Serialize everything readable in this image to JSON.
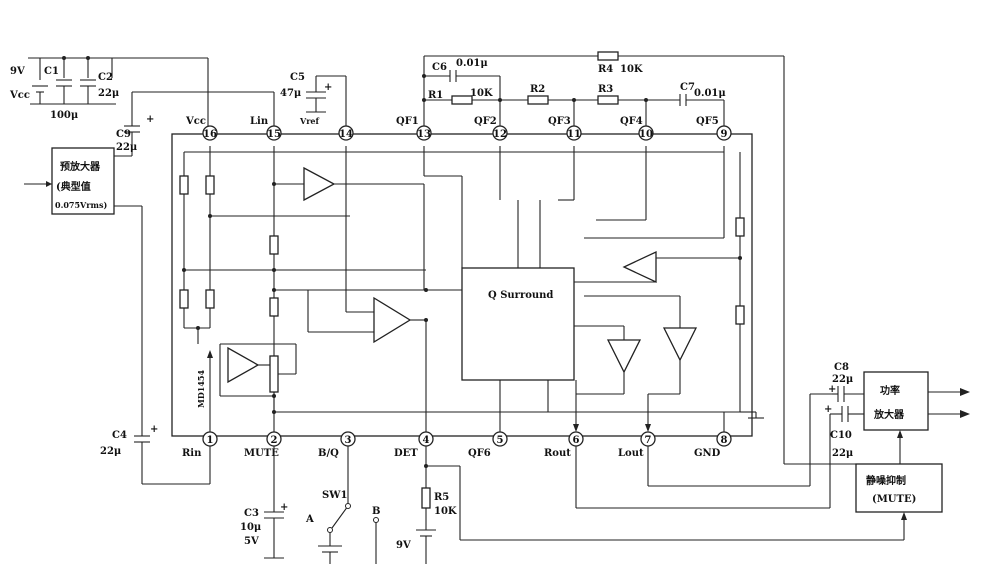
{
  "supply_left": {
    "voltage": "9V",
    "vcc": "Vcc",
    "c1": "C1",
    "c1_value": "100μ",
    "c2": "C2",
    "c2_value": "22μ"
  },
  "caps": {
    "c3": "C3",
    "c3_value": "10μ",
    "c3_rating": "5V",
    "c4": "C4",
    "c4_value": "22μ",
    "c5": "C5",
    "c5_value": "47μ",
    "c6": "C6",
    "c6_value": "0.01μ",
    "c7": "C7",
    "c7_value": "0.01μ",
    "c8": "C8",
    "c8_value": "22μ",
    "c9": "C9",
    "c9_value": "22μ",
    "c10": "C10",
    "c10_value": "22μ"
  },
  "resistors": {
    "r1": "R1",
    "r1_value": "10K",
    "r2": "R2",
    "r3": "R3",
    "r4": "R4",
    "r4_value": "10K",
    "r5": "R5",
    "r5_value": "10K"
  },
  "preamp": {
    "line1": "预放大器",
    "line2": "(典型值",
    "line3": "0.075Vrms)"
  },
  "ic": {
    "label": "Q Surround",
    "chip": "MD1454"
  },
  "pins_top": [
    {
      "num": "16",
      "name": "Vcc"
    },
    {
      "num": "15",
      "name": "Lin"
    },
    {
      "num": "14",
      "name": "Vref"
    },
    {
      "num": "13",
      "name": "QF1"
    },
    {
      "num": "12",
      "name": "QF2"
    },
    {
      "num": "11",
      "name": "QF3"
    },
    {
      "num": "10",
      "name": "QF4"
    },
    {
      "num": "9",
      "name": "QF5"
    }
  ],
  "pins_bottom": [
    {
      "num": "1",
      "name": "Rin"
    },
    {
      "num": "2",
      "name": "MUTE"
    },
    {
      "num": "3",
      "name": "B/Q"
    },
    {
      "num": "4",
      "name": "DET"
    },
    {
      "num": "5",
      "name": "QF6"
    },
    {
      "num": "6",
      "name": "Rout"
    },
    {
      "num": "7",
      "name": "Lout"
    },
    {
      "num": "8",
      "name": "GND"
    }
  ],
  "switch": {
    "name": "SW1",
    "a": "A",
    "b": "B"
  },
  "det_supply": "9V",
  "power_amp": {
    "line1": "功率",
    "line2": "放大器"
  },
  "mute_block": {
    "line1": "静噪抑制",
    "line2": "(MUTE)"
  }
}
